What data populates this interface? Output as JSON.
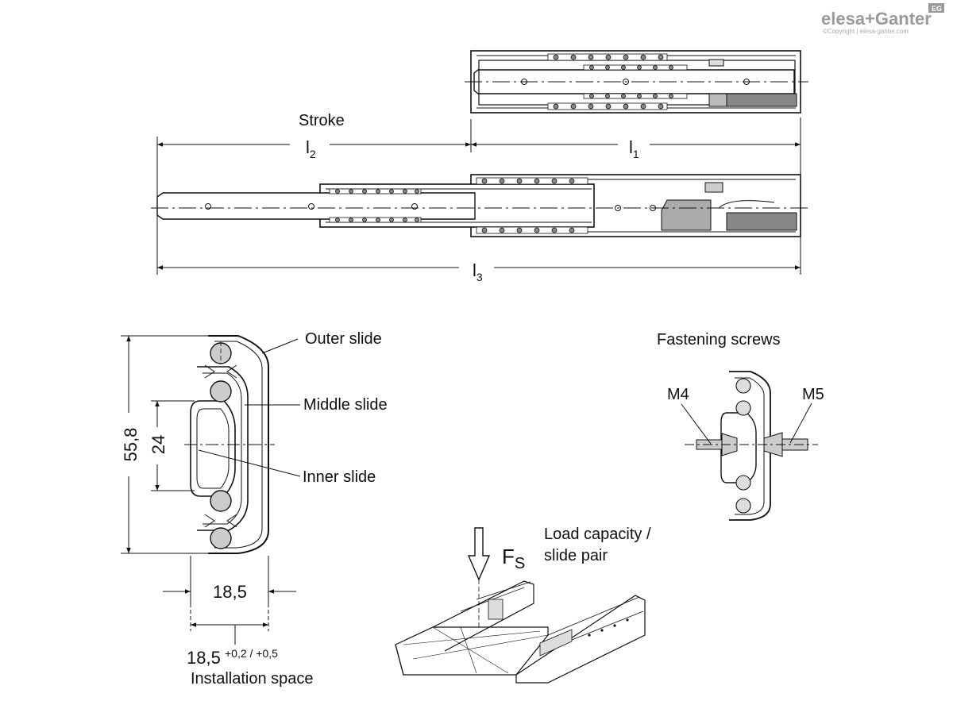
{
  "brand": {
    "logo_text": "elesa+Ganter",
    "badge_text": "EG",
    "copyright": "©Copyright | elesa-ganter.com",
    "colors": {
      "logo": "#9a9a9a"
    }
  },
  "dimensions": {
    "l1": "l",
    "l1_sub": "1",
    "l2": "l",
    "l2_sub": "2",
    "l3": "l",
    "l3_sub": "3",
    "height": "55,8",
    "inner_height": "24",
    "width": "18,5",
    "install_width": "18,5",
    "install_tolerance": "+0,2 / +0,5"
  },
  "labels": {
    "stroke": "Stroke",
    "outer_slide": "Outer slide",
    "middle_slide": "Middle slide",
    "inner_slide": "Inner slide",
    "fastening_screws": "Fastening screws",
    "m4": "M4",
    "m5": "M5",
    "load_line1": "Load capacity /",
    "load_line2": "slide pair",
    "force": "F",
    "force_sub": "S",
    "installation_space": "Installation space"
  }
}
